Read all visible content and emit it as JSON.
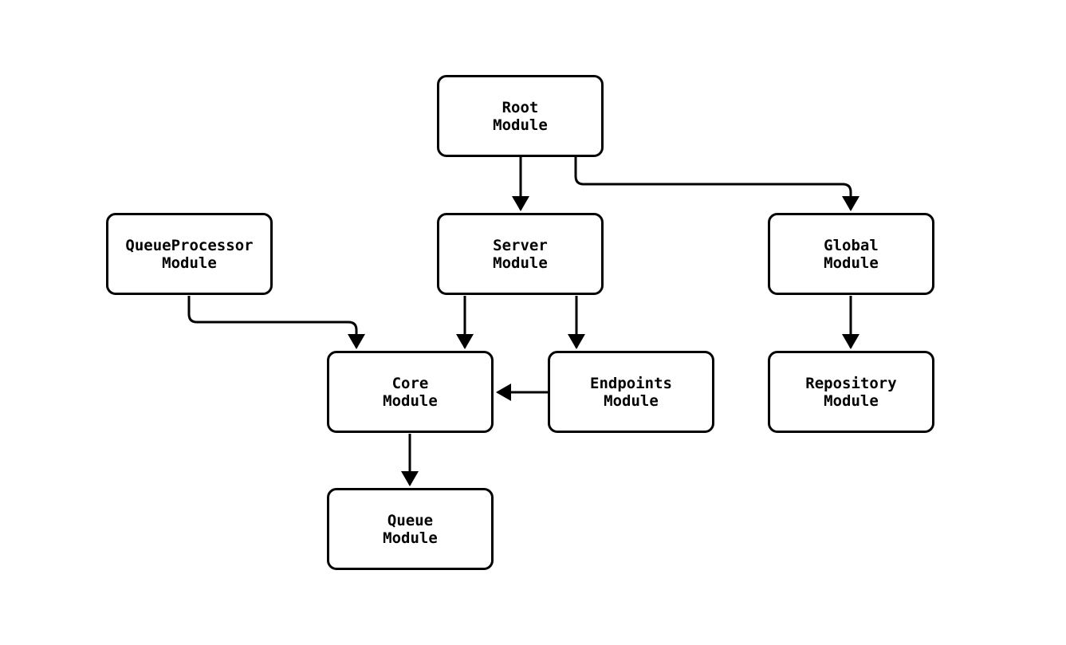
{
  "diagram": {
    "background_color": "#ffffff",
    "node_fill_color": "#ffffff",
    "stroke_color": "#000000",
    "nodes": [
      {
        "id": "root",
        "line1": "Root",
        "line2": "Module"
      },
      {
        "id": "queueprocessor",
        "line1": "QueueProcessor",
        "line2": "Module"
      },
      {
        "id": "server",
        "line1": "Server",
        "line2": "Module"
      },
      {
        "id": "global",
        "line1": "Global",
        "line2": "Module"
      },
      {
        "id": "core",
        "line1": "Core",
        "line2": "Module"
      },
      {
        "id": "endpoints",
        "line1": "Endpoints",
        "line2": "Module"
      },
      {
        "id": "repository",
        "line1": "Repository",
        "line2": "Module"
      },
      {
        "id": "queue",
        "line1": "Queue",
        "line2": "Module"
      }
    ],
    "edges": [
      {
        "from": "Root Module",
        "to": "Server Module"
      },
      {
        "from": "Root Module",
        "to": "Global Module"
      },
      {
        "from": "QueueProcessor Module",
        "to": "Core Module"
      },
      {
        "from": "Server Module",
        "to": "Core Module"
      },
      {
        "from": "Server Module",
        "to": "Endpoints Module"
      },
      {
        "from": "Endpoints Module",
        "to": "Core Module"
      },
      {
        "from": "Global Module",
        "to": "Repository Module"
      },
      {
        "from": "Core Module",
        "to": "Queue Module"
      }
    ]
  }
}
